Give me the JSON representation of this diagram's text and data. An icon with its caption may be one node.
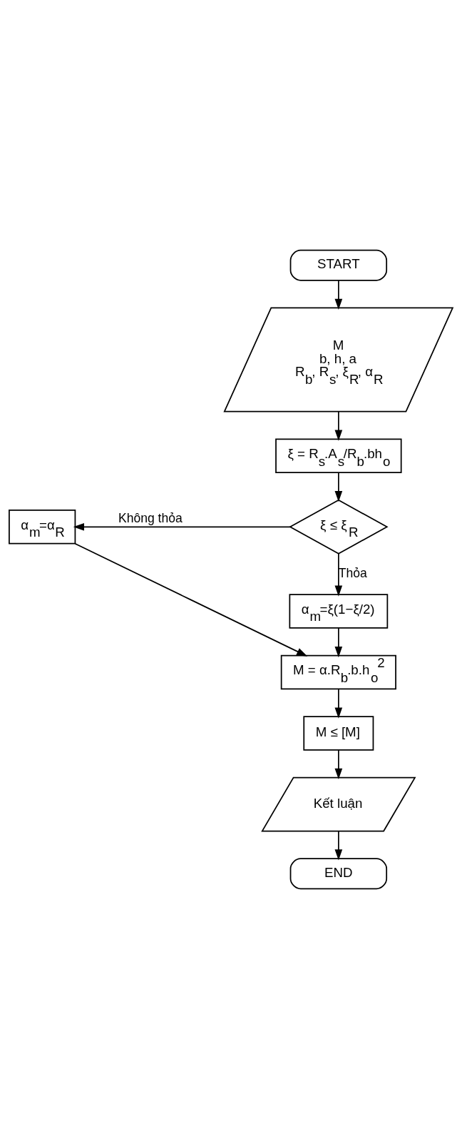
{
  "diagram": {
    "nodes": [
      {
        "text": [
          "START"
        ]
      },
      {
        "text": [
          "M",
          "b, h, a",
          "R$_{b}$, R$_{s}$, ξ$_{R}$, α$_{R}$"
        ]
      },
      {
        "text": [
          "ξ = R$_{s}$.A$_{s}$/R$_{b}$.bh$_{o}$"
        ]
      },
      {
        "text": [
          "ξ ≤ ξ$_{R}$"
        ]
      },
      {
        "text": [
          "α$_{m}$=α$_{R}$"
        ]
      },
      {
        "text": [
          "α$_{m}$=ξ(1−ξ/2)"
        ]
      },
      {
        "text": [
          "M = α.R$_{b}$.b.h$_{o}$$^{2}$"
        ]
      },
      {
        "text": [
          "M ≤ [M]"
        ]
      },
      {
        "text": [
          "Kết luận"
        ]
      },
      {
        "text": [
          "END"
        ]
      }
    ],
    "edges": [
      {
        "from": 0,
        "to": 1,
        "arrow": "to"
      },
      {
        "from": 1,
        "to": 2,
        "arrow": "to"
      },
      {
        "from": 2,
        "to": 3,
        "arrow": "to"
      },
      {
        "from": 3,
        "to": 4,
        "arrow": "to",
        "label": "Không thỏa"
      },
      {
        "from": 3,
        "to": 5,
        "arrow": "to",
        "label": "Thỏa"
      },
      {
        "from": 4,
        "to": 6,
        "arrow": "to"
      },
      {
        "from": 5,
        "to": 6,
        "arrow": "to"
      },
      {
        "from": 6,
        "to": 7,
        "arrow": "to"
      },
      {
        "from": 7,
        "to": 8,
        "arrow": "to"
      },
      {
        "from": 8,
        "to": 9,
        "arrow": "to"
      }
    ]
  }
}
